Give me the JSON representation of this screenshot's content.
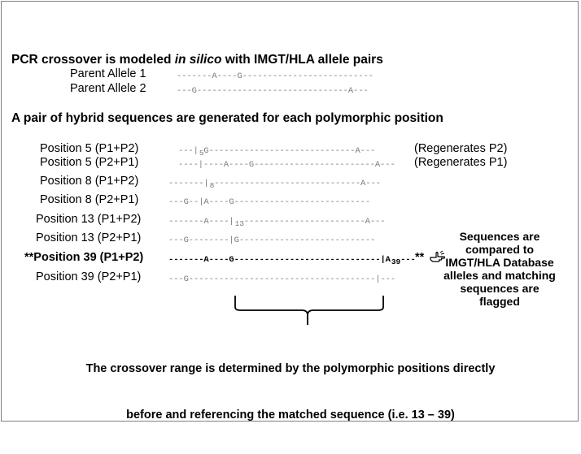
{
  "heading1": {
    "prefix": "PCR crossover is modeled ",
    "italic": "in silico",
    "suffix": " with IMGT/HLA allele pairs"
  },
  "parents": [
    {
      "label": "Parent Allele 1",
      "seq": "-------A----G--------------------------"
    },
    {
      "label": "Parent Allele 2",
      "seq": "---G------------------------------A---"
    }
  ],
  "heading2": "A pair of hybrid sequences are generated for each polymorphic position",
  "positions": [
    {
      "label": "Position 5 (P1+P2)",
      "seq_before": "---|",
      "sub": "5",
      "seq_after": "G-----------------------------A---",
      "note": "(Regenerates P2)"
    },
    {
      "label": "Position 5 (P2+P1)",
      "seq_before": "----|----A----G------------------------A---",
      "sub": "",
      "seq_after": "",
      "note": "(Regenerates P1)"
    },
    {
      "label": "Position 8 (P1+P2)",
      "seq_before": "-------|",
      "sub": "8",
      "seq_after": "-----------------------------A---",
      "note": ""
    },
    {
      "label": "Position 8 (P2+P1)",
      "seq_before": "---G--|A----G---------------------------",
      "sub": "",
      "seq_after": "",
      "note": ""
    },
    {
      "label": "Position 13 (P1+P2)",
      "seq_before": "-------A----|",
      "sub": "13",
      "seq_after": "------------------------A---",
      "note": ""
    },
    {
      "label": "Position 13 (P2+P1)",
      "seq_before": "---G--------|G---------------------------",
      "sub": "",
      "seq_after": "",
      "note": ""
    },
    {
      "label": "**Position 39 (P1+P2)",
      "seq_before": "-------A----G-----------------------------|A",
      "sub": "39",
      "seq_after": "---",
      "note": "**"
    },
    {
      "label": "Position 39 (P2+P1)",
      "seq_before": "---G-------------------------------------|---",
      "sub": "",
      "seq_after": "",
      "note": ""
    }
  ],
  "side_note": [
    "Sequences are",
    "compared to",
    "IMGT/HLA Database",
    "alleles and matching",
    "sequences are",
    "flagged"
  ],
  "side_icon": "pointing-hand-icon",
  "conclusion": [
    "The crossover range is determined by the polymorphic positions directly",
    "before and referencing the matched sequence (i.e. 13 – 39)"
  ]
}
